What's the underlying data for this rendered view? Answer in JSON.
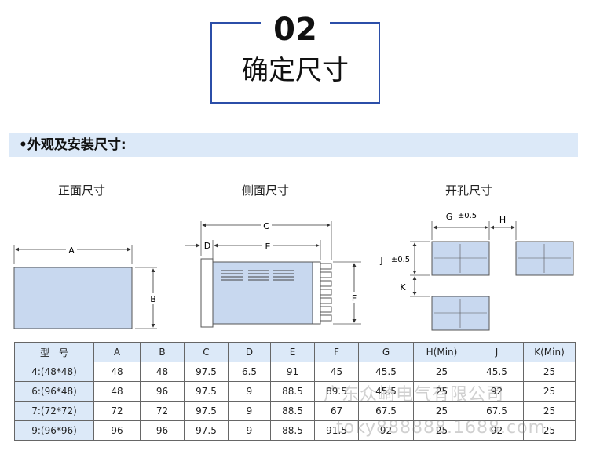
{
  "header": {
    "number": "02",
    "title": "确定尺寸"
  },
  "section": {
    "title": "•外观及安装尺寸:"
  },
  "captions": {
    "front": "正面尺寸",
    "side": "侧面尺寸",
    "cutout": "开孔尺寸"
  },
  "dims": {
    "A": "A",
    "B": "B",
    "C": "C",
    "D": "D",
    "E": "E",
    "F": "F",
    "G": "G",
    "G_tol": "±0.5",
    "H": "H",
    "J": "J",
    "J_tol": "±0.5",
    "K": "K"
  },
  "table": {
    "headers": [
      "型　号",
      "A",
      "B",
      "C",
      "D",
      "E",
      "F",
      "G",
      "H(Min)",
      "J",
      "K(Min)"
    ],
    "rows": [
      [
        "4:(48*48)",
        "48",
        "48",
        "97.5",
        "6.5",
        "91",
        "45",
        "45.5",
        "25",
        "45.5",
        "25"
      ],
      [
        "6:(96*48)",
        "48",
        "96",
        "97.5",
        "9",
        "88.5",
        "89.5",
        "45.5",
        "25",
        "92",
        "25"
      ],
      [
        "7:(72*72)",
        "72",
        "72",
        "97.5",
        "9",
        "88.5",
        "67",
        "67.5",
        "25",
        "67.5",
        "25"
      ],
      [
        "9:(96*96)",
        "96",
        "96",
        "97.5",
        "9",
        "88.5",
        "91.5",
        "92",
        "25",
        "92",
        "25"
      ]
    ]
  },
  "watermarks": {
    "line1": "广东众崎电气有限公司",
    "line2": "toky888888.1688.com"
  },
  "colors": {
    "border": "#2b4ea8",
    "panel_fill": "#c8d8ef",
    "header_fill": "#dce9f8"
  }
}
